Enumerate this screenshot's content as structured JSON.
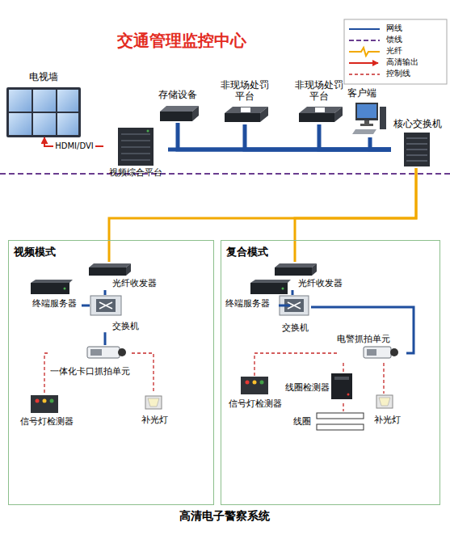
{
  "diagram": {
    "title": "交通管理监控中心",
    "caption": "高清电子警察系统",
    "nodes": [
      {
        "text": [
          "电视墙"
        ]
      },
      {
        "text": [
          "存储设备"
        ]
      },
      {
        "text": [
          "非现场处罚 平台"
        ]
      },
      {
        "text": [
          "非现场处罚 平台"
        ]
      },
      {
        "text": [
          "客户端"
        ]
      },
      {
        "text": [
          "视频综合平台"
        ]
      },
      {
        "text": [
          "核心交换机"
        ]
      },
      {
        "text": [
          "视频模式"
        ]
      },
      {
        "text": [
          "光纤收发器"
        ],
        "in": 7
      },
      {
        "text": [
          "终端服务器"
        ],
        "in": 7
      },
      {
        "text": [
          "交换机"
        ],
        "in": 7
      },
      {
        "text": [
          "一体化卡口抓拍单元"
        ],
        "in": 7
      },
      {
        "text": [
          "信号灯检测器"
        ],
        "in": 7
      },
      {
        "text": [
          "补光灯"
        ],
        "in": 7
      },
      {
        "text": [
          "复合模式"
        ]
      },
      {
        "text": [
          "光纤收发器"
        ],
        "in": 14
      },
      {
        "text": [
          "终端服务器"
        ],
        "in": 14
      },
      {
        "text": [
          "交换机"
        ],
        "in": 14
      },
      {
        "text": [
          "电警抓拍单元"
        ],
        "in": 14
      },
      {
        "text": [
          "线圈检测器"
        ],
        "in": 14
      },
      {
        "text": [
          "信号灯检测器"
        ],
        "in": 14
      },
      {
        "text": [
          "补光灯"
        ],
        "in": 14
      },
      {
        "text": [
          "线圈"
        ],
        "in": 14
      }
    ],
    "edges": [
      {
        "from": 5,
        "to": 0,
        "arrow": "to",
        "label": "HDMI/DVI"
      },
      {
        "from": 5,
        "to": 6,
        "arrow": "none"
      },
      {
        "from": 1,
        "to": 6,
        "arrow": "none"
      },
      {
        "from": 2,
        "to": 6,
        "arrow": "none"
      },
      {
        "from": 3,
        "to": 6,
        "arrow": "none"
      },
      {
        "from": 4,
        "to": 6,
        "arrow": "none"
      },
      {
        "from": 6,
        "to": 8,
        "arrow": "none"
      },
      {
        "from": 6,
        "to": 15,
        "arrow": "none"
      },
      {
        "from": 8,
        "to": 10,
        "arrow": "none"
      },
      {
        "from": 9,
        "to": 10,
        "arrow": "none"
      },
      {
        "from": 10,
        "to": 11,
        "arrow": "none"
      },
      {
        "from": 11,
        "to": 12,
        "arrow": "none"
      },
      {
        "from": 11,
        "to": 13,
        "arrow": "none"
      },
      {
        "from": 15,
        "to": 17,
        "arrow": "none"
      },
      {
        "from": 16,
        "to": 17,
        "arrow": "none"
      },
      {
        "from": 17,
        "to": 18,
        "arrow": "none"
      },
      {
        "from": 18,
        "to": 20,
        "arrow": "none"
      },
      {
        "from": 18,
        "to": 19,
        "arrow": "none"
      },
      {
        "from": 18,
        "to": 21,
        "arrow": "none"
      },
      {
        "from": 19,
        "to": 22,
        "arrow": "none"
      }
    ],
    "legend": [
      {
        "text": "网线"
      },
      {
        "text": "馈线"
      },
      {
        "text": "光纤"
      },
      {
        "text": "高清输出"
      },
      {
        "text": "控制线"
      }
    ]
  }
}
